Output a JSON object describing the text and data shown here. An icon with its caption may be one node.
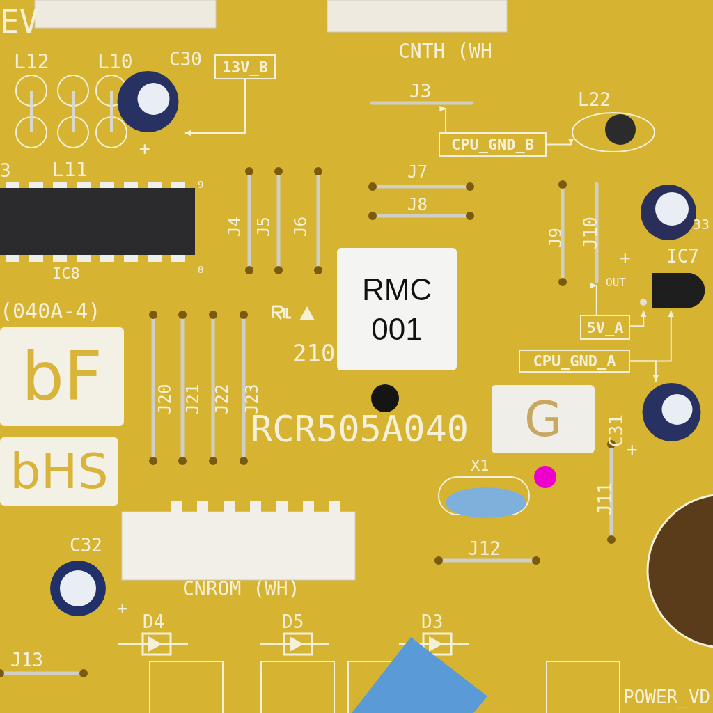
{
  "diagram": {
    "nodes": [
      {
        "text": [
          "13V_B"
        ]
      },
      {
        "text": [],
        "shape": "circle",
        "beside": [
          "C30",
          "+"
        ]
      },
      {
        "text": [],
        "shape": "bar",
        "beside": [
          "J3"
        ]
      },
      {
        "text": [
          "CPU_GND_B"
        ]
      },
      {
        "text": [],
        "shape": "circle",
        "beside": [
          "L22"
        ]
      },
      {
        "text": [],
        "shape": "bar",
        "beside": [
          "J10"
        ]
      },
      {
        "text": [
          "RMC 001"
        ]
      },
      {
        "text": [],
        "shape": "box",
        "beside": [
          "IC7"
        ]
      },
      {
        "text": [
          "5V_A"
        ]
      },
      {
        "text": [
          "bF"
        ]
      },
      {
        "text": [
          "CPU_GND_A"
        ]
      },
      {
        "text": [],
        "shape": "circle",
        "beside": [
          "C31"
        ]
      },
      {
        "text": [
          "G"
        ]
      },
      {
        "text": [
          "bHS"
        ]
      }
    ],
    "edges": [
      {
        "from": 0,
        "to": 1,
        "arrow": "to"
      },
      {
        "from": 3,
        "to": 2,
        "arrow": "to"
      },
      {
        "from": 3,
        "to": 4,
        "arrow": "to"
      },
      {
        "from": 8,
        "to": 5,
        "arrow": "to"
      },
      {
        "from": 8,
        "to": 7,
        "arrow": "to"
      },
      {
        "from": 10,
        "to": 7,
        "arrow": "to"
      },
      {
        "from": 10,
        "to": 11,
        "arrow": "to"
      }
    ],
    "labels": [
      "EV",
      "CNTH (WH",
      "L12",
      "L10",
      "3",
      "L11",
      "9",
      "IC8",
      "8",
      "J4",
      "J5",
      "J6",
      "J7",
      "J8",
      "J9",
      "33",
      "+",
      "OUT",
      "(040A-4)",
      "210",
      "J20",
      "J21",
      "J22",
      "J23",
      "RCR505A040",
      "X1",
      "+",
      "J11",
      "C32",
      "J12",
      "CNROM (WH)",
      "+",
      "D4",
      "D5",
      "D3",
      "J13",
      "POWER_VD"
    ]
  }
}
